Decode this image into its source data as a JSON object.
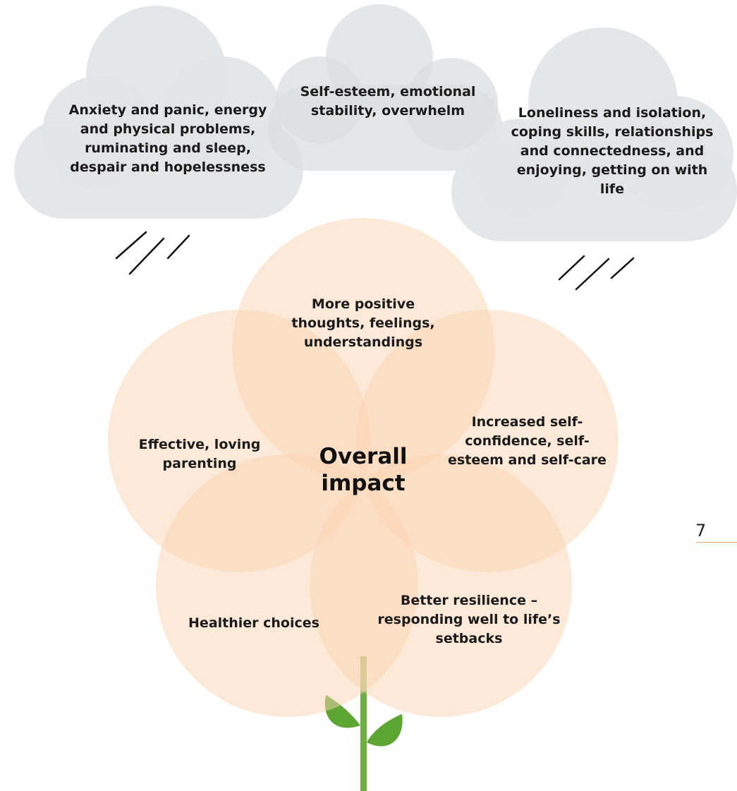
{
  "clouds": [
    {
      "text": "Anxiety and panic, energy and physical problems, ruminating and sleep, despair and hopelessness"
    },
    {
      "text": "Self-esteem, emotional stability, overwhelm"
    },
    {
      "text": "Loneliness and isolation, coping skills, relationships and connectedness, and enjoying, getting on with life"
    }
  ],
  "petals": [
    {
      "text": "More positive thoughts, feelings, understandings"
    },
    {
      "text": "Effective, loving parenting"
    },
    {
      "text": "Increased self-confidence, self-esteem and self-care"
    },
    {
      "text": "Healthier choices"
    },
    {
      "text": "Better resilience – responding well to life’s setbacks"
    }
  ],
  "center": {
    "line1": "Overall",
    "line2": "impact"
  },
  "page_number": "7",
  "colors": {
    "cloud": "#e3e4e6",
    "petal": "#fbd3b2",
    "stem": "#6cb042",
    "leaf": "#5da634",
    "accent": "#f0a060"
  }
}
